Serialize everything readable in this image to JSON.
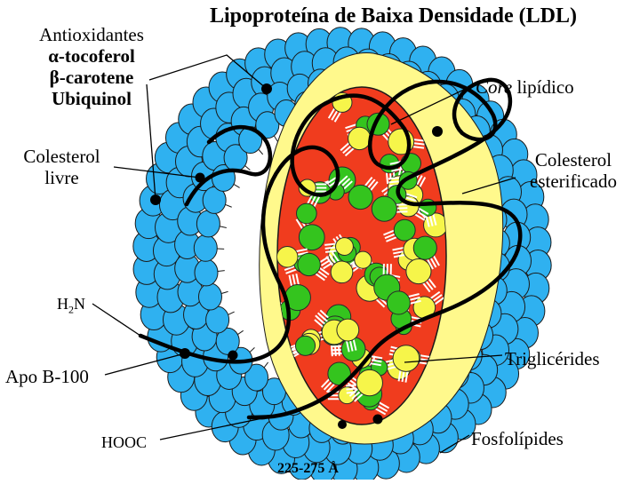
{
  "title": "Lipoproteína de Baixa Densidade (LDL)",
  "labels": {
    "antioxidants": [
      "Antioxidantes",
      "α-tocoferol",
      "β-carotene",
      "Ubiquinol"
    ],
    "free_cholesterol": [
      "Colesterol",
      "livre"
    ],
    "h2n": {
      "h": "H",
      "sub": "2",
      "n": "N"
    },
    "apo_b": "Apo B-100",
    "hooc": "HOOC",
    "size": "225-275 Å",
    "lipid_core": {
      "italic": "Core",
      "rest": " lipídico"
    },
    "esterified_cholesterol": [
      "Colesterol",
      "esterificado"
    ],
    "triglycerides": "Triglicérides",
    "phospholipids": "Fosfolípides"
  },
  "colors": {
    "shell": "#2fb1f0",
    "shell_outline": "#1a1a1a",
    "yellow_layer": "#fff98c",
    "core": "#f03c1e",
    "yellow_molecule": "#f6f54a",
    "green_molecule": "#34c41e",
    "apo_chain": "#000000"
  }
}
